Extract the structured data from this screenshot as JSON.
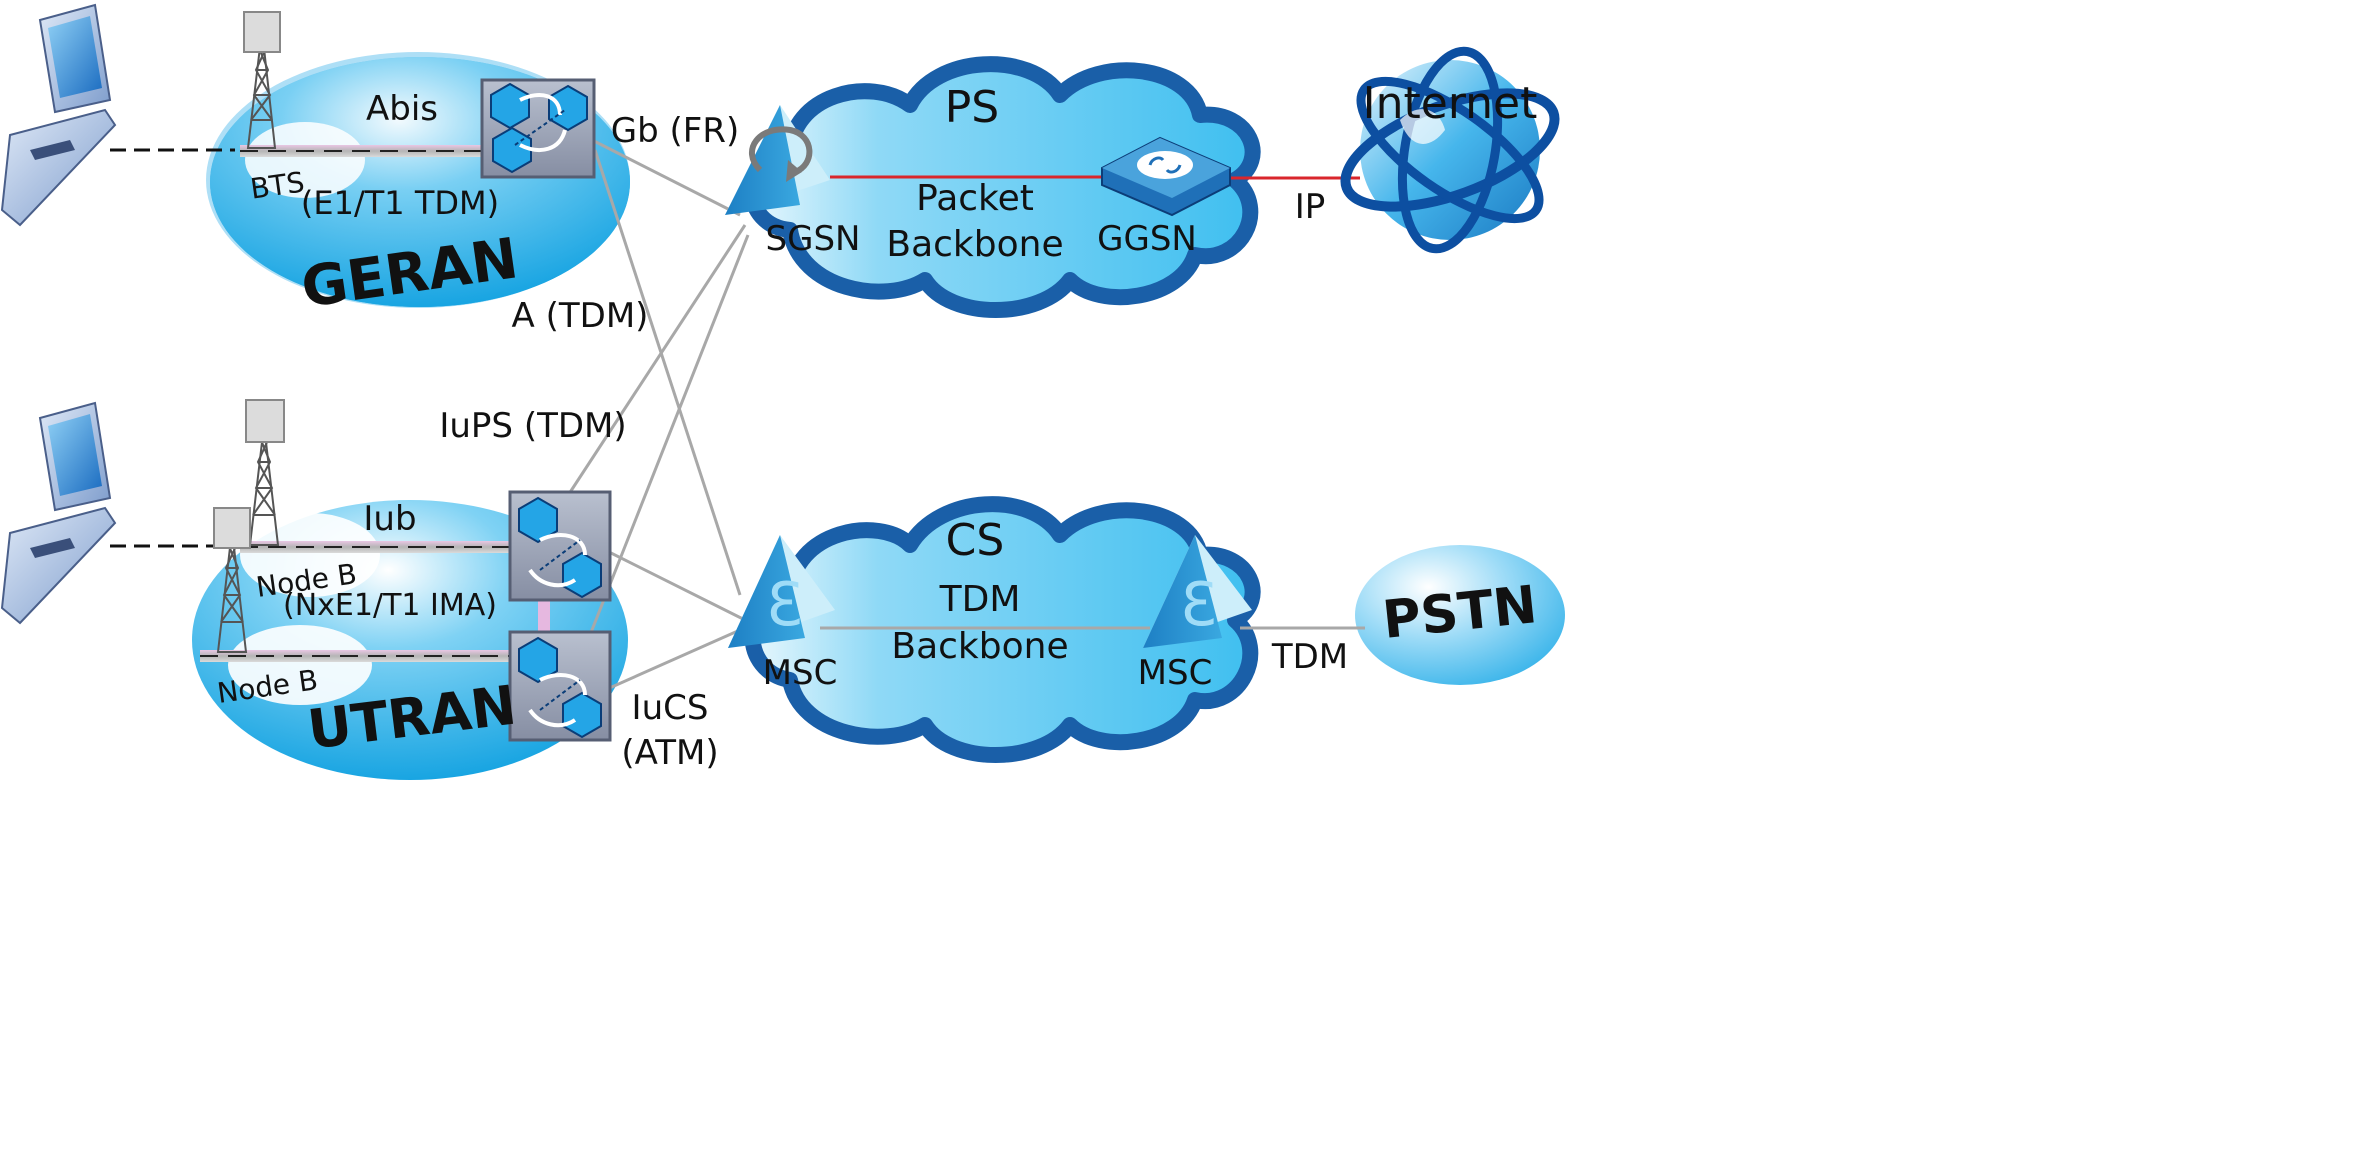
{
  "labels": {
    "ps": "PS",
    "packet": "Packet",
    "backbone_ps": "Backbone",
    "sgsn": "SGSN",
    "ggsn": "GGSN",
    "internet": "Internet",
    "ip": "IP",
    "cs": "CS",
    "tdm_core": "TDM",
    "backbone_cs": "Backbone",
    "msc_left": "MSC",
    "msc_right": "MSC",
    "pstn": "PSTN",
    "tdm_pstn": "TDM",
    "geran": "GERAN",
    "utran": "UTRAN",
    "abis": "Abis",
    "bts": "BTS",
    "e1t1": "(E1/T1 TDM)",
    "gb": "Gb (FR)",
    "a_tdm": "A (TDM)",
    "iups": "IuPS (TDM)",
    "iub": "Iub",
    "nodeb_top": "Node B",
    "nodeb_bottom": "Node B",
    "nxe1": "(NxE1/T1 IMA)",
    "iucs": "IuCS",
    "atm": "(ATM)"
  },
  "colors": {
    "cloud_fill": "#55c8f2",
    "cloud_stroke": "#1a5fa8",
    "ellipse": "#1ea6e6",
    "device": "#2a7fc4",
    "link_gray": "#a8a8a8",
    "link_red": "#d9262c",
    "text": "#111111"
  }
}
